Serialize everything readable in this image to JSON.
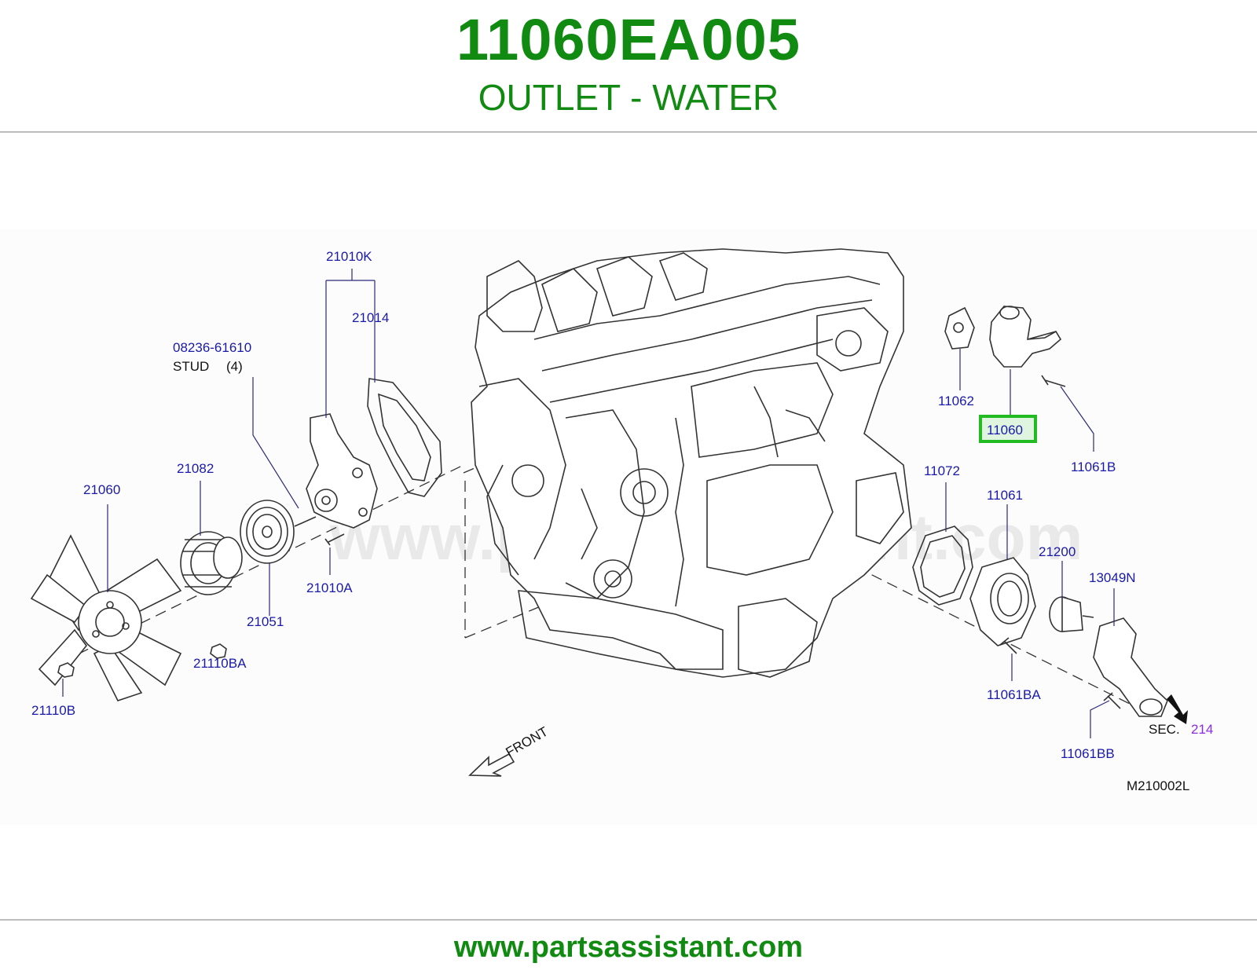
{
  "header": {
    "part_number": "11060EA005",
    "part_name": "OUTLET - WATER"
  },
  "diagram": {
    "watermark": "www.partsassistant.com",
    "callouts": {
      "c21010K": "21010K",
      "c21014": "21014",
      "c08236": "08236-61610",
      "stud": "STUD",
      "stud_qty": "(4)",
      "c21082": "21082",
      "c21060": "21060",
      "c21051": "21051",
      "c21010A": "21010A",
      "c21110BA": "21110BA",
      "c21110B": "21110B",
      "c11062": "11062",
      "c11060": "11060",
      "c11061B": "11061B",
      "c11072": "11072",
      "c11061": "11061",
      "c21200": "21200",
      "c13049N": "13049N",
      "c11061BA": "11061BA",
      "c11061BB": "11061BB",
      "sec": "SEC.",
      "sec_num": "214",
      "front": "FRONT",
      "drawing_code": "M210002L"
    },
    "highlight_color": "#22bb22"
  },
  "footer": {
    "url": "www.partsassistant.com"
  }
}
